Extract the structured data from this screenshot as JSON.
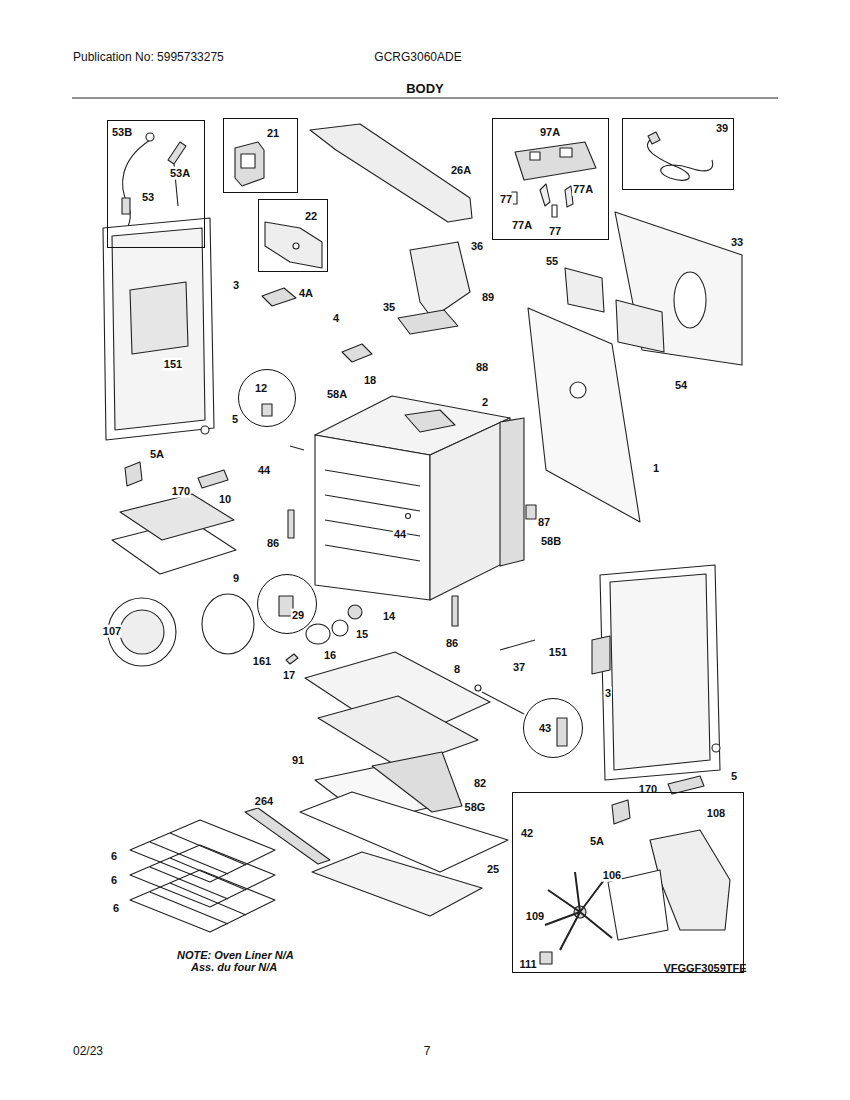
{
  "diagram": {
    "title": "BODY",
    "nodes": [
      {
        "text": [
          "53B",
          "53A",
          "53"
        ]
      },
      {
        "text": [
          "21"
        ]
      },
      {
        "text": [
          "22"
        ]
      },
      {
        "text": [
          "97A",
          "77",
          "77A",
          "77A",
          "77"
        ]
      },
      {
        "text": [
          "39"
        ]
      },
      {
        "text": [
          "12"
        ]
      },
      {
        "text": [
          "29"
        ]
      },
      {
        "text": [
          "43"
        ]
      },
      {
        "text": [
          "108",
          "106",
          "109",
          "111"
        ]
      }
    ],
    "labels": [
      "Publication No: 5995733275",
      "GCRG3060ADE",
      "26A",
      "3",
      "4A",
      "36",
      "33",
      "55",
      "35",
      "89",
      "4",
      "151",
      "18",
      "58A",
      "2",
      "88",
      "54",
      "5",
      "5A",
      "1",
      "44",
      "170",
      "10",
      "44",
      "87",
      "86",
      "58B",
      "9",
      "14",
      "107",
      "15",
      "161",
      "16",
      "86",
      "37",
      "151",
      "17",
      "8",
      "3",
      "91",
      "82",
      "264",
      "58G",
      "42",
      "6",
      "6",
      "6",
      "25",
      "170",
      "5",
      "5A",
      "NOTE: Oven Liner N/A",
      "Ass. du four N/A",
      "VFGGF3059TFE",
      "02/23",
      "7"
    ]
  }
}
